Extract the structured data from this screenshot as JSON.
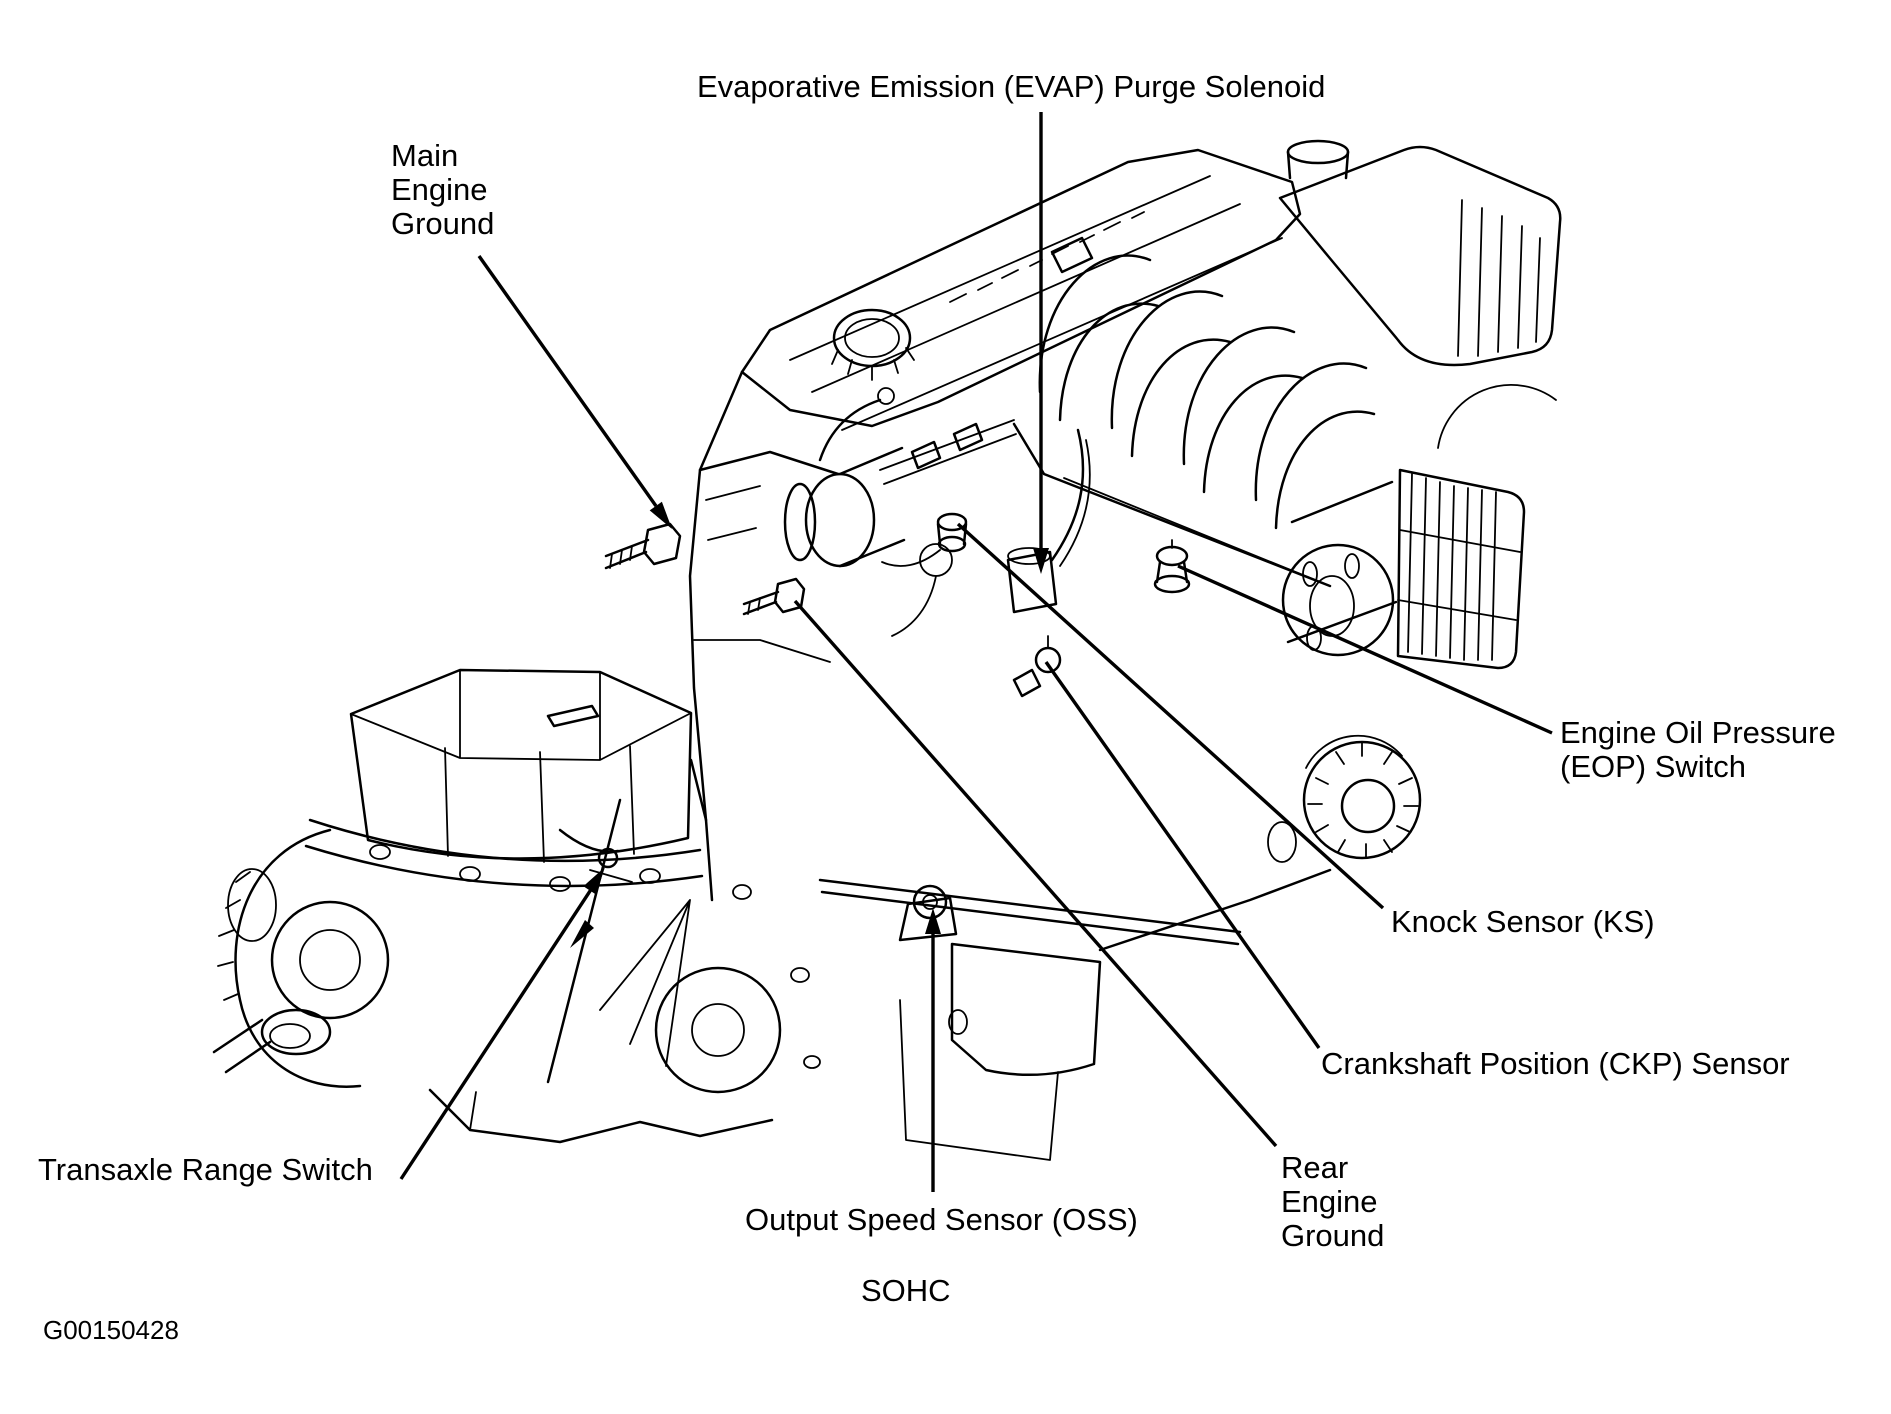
{
  "figure": {
    "id_code": "G00150428",
    "caption": "SOHC"
  },
  "callouts": {
    "evap_purge_solenoid": {
      "label": "Evaporative Emission (EVAP) Purge Solenoid"
    },
    "main_engine_ground": {
      "label": "Main\nEngine\nGround"
    },
    "engine_oil_pressure_switch": {
      "label": "Engine Oil Pressure\n(EOP) Switch"
    },
    "knock_sensor": {
      "label": "Knock Sensor (KS)"
    },
    "crankshaft_position_sensor": {
      "label": "Crankshaft Position (CKP) Sensor"
    },
    "rear_engine_ground": {
      "label": "Rear\nEngine\nGround"
    },
    "output_speed_sensor": {
      "label": "Output Speed Sensor (OSS)"
    },
    "transaxle_range_switch": {
      "label": "Transaxle Range Switch"
    }
  },
  "colors": {
    "ink": "#000000",
    "paper": "#ffffff"
  }
}
